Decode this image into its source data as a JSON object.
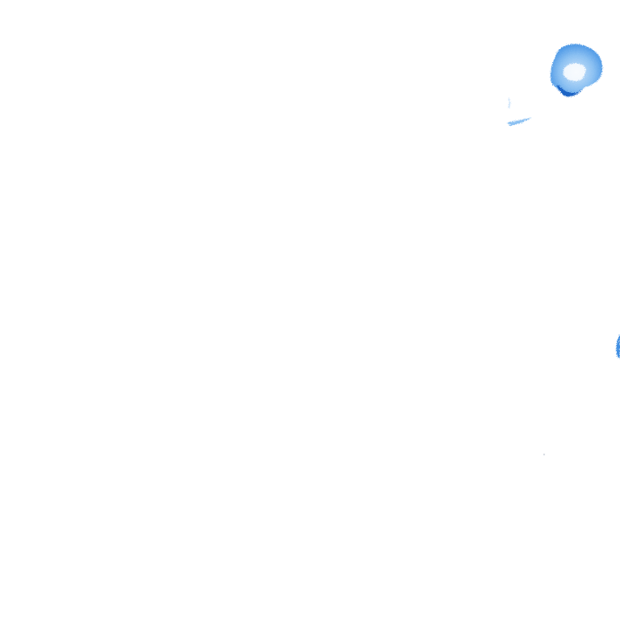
{
  "scene": {
    "background_color": "#ffffff",
    "colors": {
      "paint_dark": "#1a63c4",
      "paint_mid": "#3f8fe3",
      "paint_light": "#8cc1f2",
      "paint_pale": "#cfe5fa"
    },
    "marks": [
      "blue-paint-blob",
      "pale-blue-brush-streak",
      "blue-edge-speck",
      "faint-grey-dot"
    ]
  }
}
